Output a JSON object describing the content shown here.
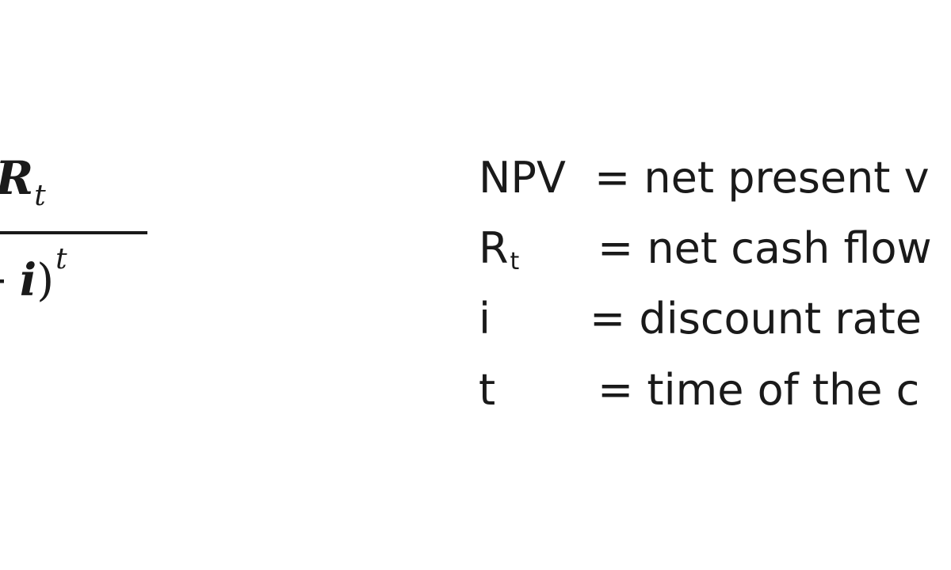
{
  "formula": {
    "numerator_symbol": "R",
    "numerator_subscript": "t",
    "denominator_plus": "+",
    "denominator_var": "i",
    "denominator_close_paren": ")",
    "denominator_exponent": "t"
  },
  "legend": {
    "rows": [
      {
        "symbol": "NPV",
        "symbol_sub": "",
        "definition": "= net present v"
      },
      {
        "symbol": "R",
        "symbol_sub": "t",
        "definition": "= net cash flow"
      },
      {
        "symbol": "i",
        "symbol_sub": "",
        "definition": "= discount rate"
      },
      {
        "symbol": "t",
        "symbol_sub": "",
        "definition": "= time of the c"
      }
    ]
  },
  "colors": {
    "text": "#1a1a1a",
    "background": "#ffffff"
  }
}
